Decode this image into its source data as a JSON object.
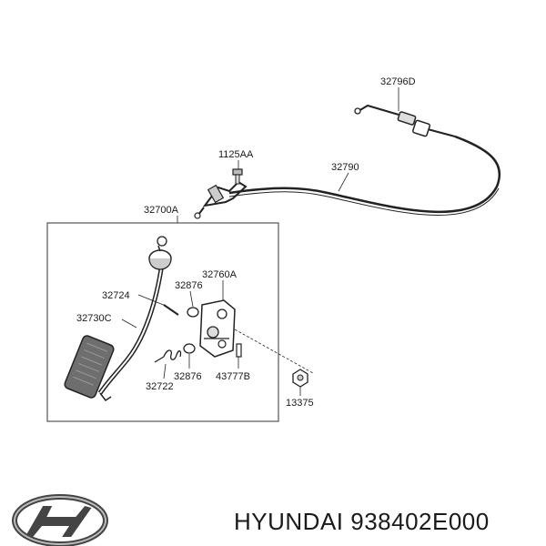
{
  "parts": {
    "p32796D": "32796D",
    "p1125AA": "1125AA",
    "p32790": "32790",
    "p32700A": "32700A",
    "p32724": "32724",
    "p32876a": "32876",
    "p32760A": "32760A",
    "p32730C": "32730C",
    "p32876b": "32876",
    "p43777B": "43777B",
    "p32722": "32722",
    "p13375": "13375"
  },
  "caption": "HYUNDAI 938402E000",
  "brand_logo": "hyundai-logo",
  "colors": {
    "ink": "#222222",
    "pedal": "#6e6e6e",
    "frame": "#555555"
  }
}
